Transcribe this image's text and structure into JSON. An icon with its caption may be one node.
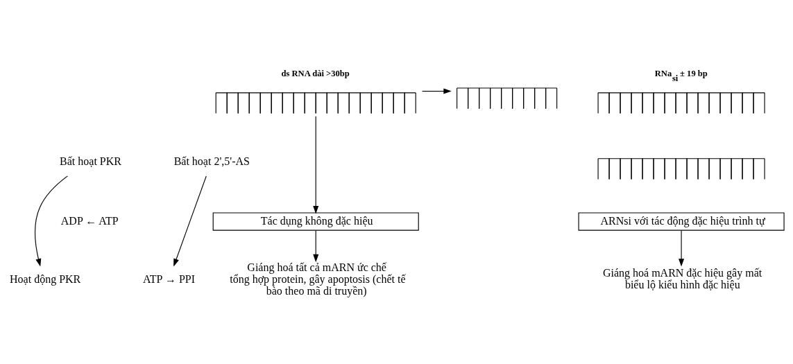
{
  "diagram": {
    "nodes": [
      {
        "text": [
          "ds RNA dài >30bp"
        ]
      },
      {
        "text": [],
        "shape": "box"
      },
      {
        "text": [
          "RNa$_{si}$ ± 19 bp"
        ]
      },
      {
        "text": [],
        "shape": "box"
      },
      {
        "text": [
          "Bất hoạt PKR"
        ]
      },
      {
        "text": [
          "Bất hoạt 2',5'-AS"
        ]
      },
      {
        "text": [
          "Hoạt động PKR"
        ]
      },
      {
        "text": [
          "ATP → PPI"
        ]
      },
      {
        "text": [
          "Tác dụng không đặc hiệu"
        ]
      },
      {
        "text": [
          "ARNsi với tác động đặc hiệu trình tự"
        ]
      },
      {
        "text": [
          "Giáng hoá tất cả mARN ức chế tổng hợp protein, gây apoptosis (chết tế bào theo mã di truyền)"
        ]
      },
      {
        "text": [
          "Giáng hoá mARN đặc hiệu gây mất biểu lộ kiểu hình đặc hiệu"
        ]
      }
    ],
    "edges": [
      {
        "from": 0,
        "to": 1,
        "arrow": "to"
      },
      {
        "from": 0,
        "to": 8,
        "arrow": "to"
      },
      {
        "from": 4,
        "to": 6,
        "arrow": "to"
      },
      {
        "from": 5,
        "to": 7,
        "arrow": "to"
      },
      {
        "from": 8,
        "to": 10,
        "arrow": "to"
      },
      {
        "from": 9,
        "to": 11,
        "arrow": "to"
      }
    ],
    "labels": [
      "ADP ← ATP"
    ]
  }
}
